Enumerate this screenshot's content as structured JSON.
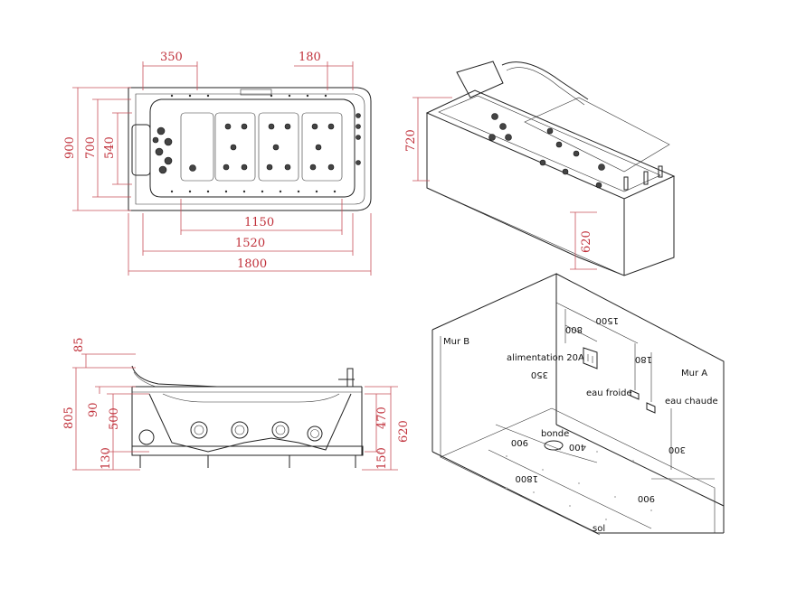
{
  "top_view": {
    "dims": {
      "d350": "350",
      "d180": "180",
      "d900": "900",
      "d700": "700",
      "d540": "540",
      "d1150": "1150",
      "d1520": "1520",
      "d1800": "1800"
    }
  },
  "iso_view": {
    "dims": {
      "d720": "720",
      "d620": "620"
    }
  },
  "side_view": {
    "dims": {
      "d85": "85",
      "d805": "805",
      "d90": "90",
      "d500": "500",
      "d130": "130",
      "d470": "470",
      "d620": "620",
      "d150": "150"
    }
  },
  "room_view": {
    "labels": {
      "mur_b": "Mur B",
      "mur_a": "Mur A",
      "alimentation": "alimentation 20A",
      "eau_froide": "eau froide",
      "eau_chaude": "eau chaude",
      "bonde": "bonde",
      "sol": "sol"
    },
    "dims": {
      "d1500": "1500",
      "d800": "800",
      "d180": "180",
      "d350": "350",
      "d900a": "900",
      "d400": "400",
      "d300": "300",
      "d1800": "1800",
      "d900b": "900"
    }
  },
  "colors": {
    "dimension": "#c0303a",
    "line": "#222222"
  }
}
